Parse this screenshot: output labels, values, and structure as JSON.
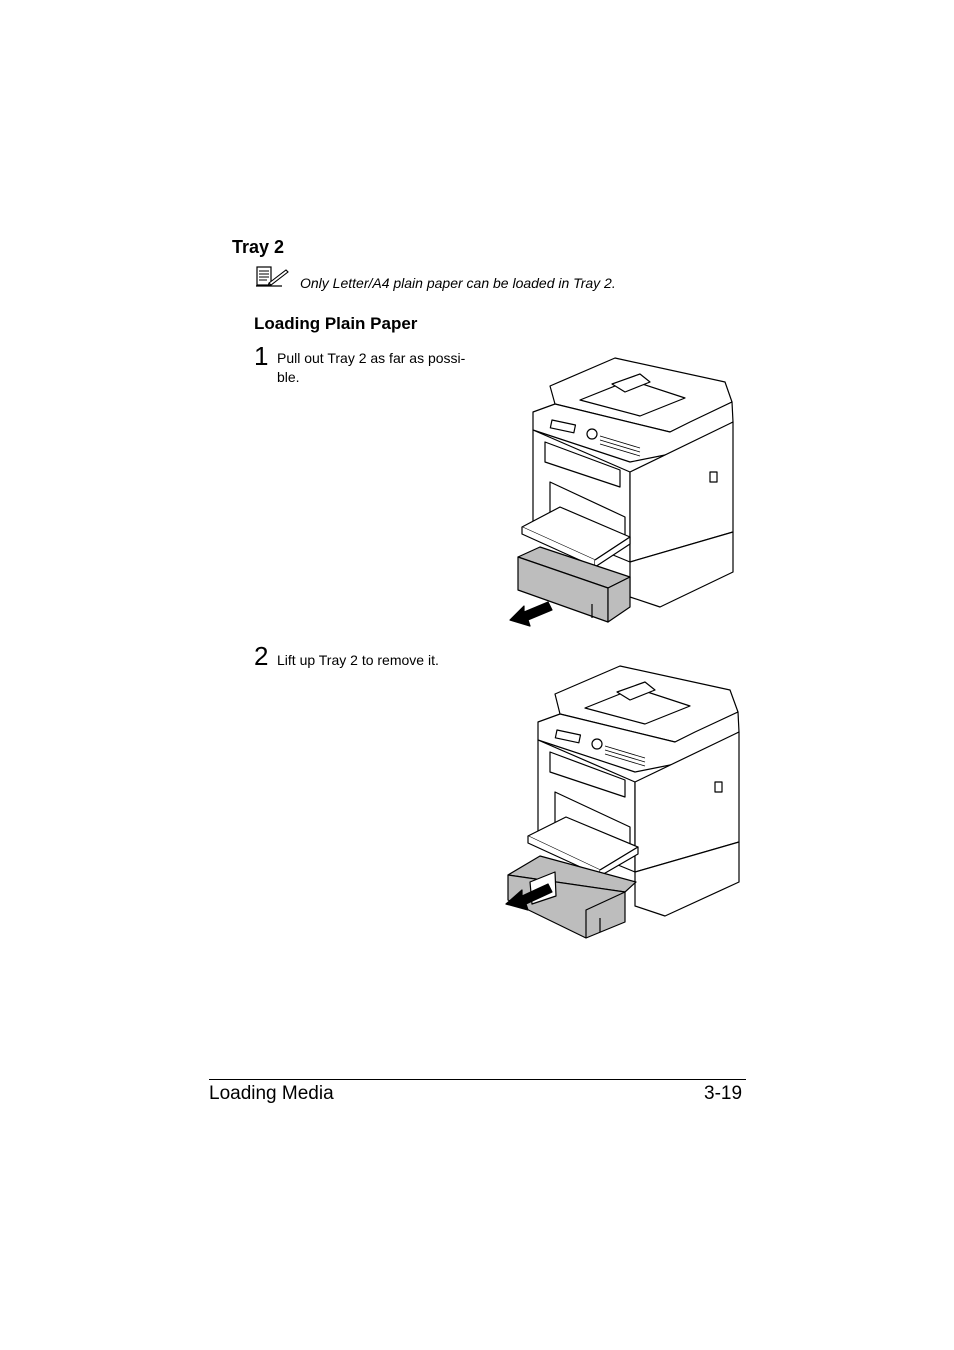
{
  "section": {
    "title": "Tray 2"
  },
  "note": {
    "icon": "note-pencil-icon",
    "text": "Only Letter/A4 plain paper can be loaded in Tray 2."
  },
  "subsection": {
    "title": "Loading Plain Paper"
  },
  "steps": [
    {
      "number": "1",
      "text": "Pull out Tray 2 as far as possi- ble."
    },
    {
      "number": "2",
      "text": "Lift up Tray 2 to remove it."
    }
  ],
  "illustrations": [
    {
      "icon": "printer-tray-pull-out-illustration"
    },
    {
      "icon": "printer-tray-lift-remove-illustration"
    }
  ],
  "footer": {
    "chapter": "Loading Media",
    "page": "3-19"
  },
  "colors": {
    "tray_fill": "#bdbdbd",
    "arrow": "#000000"
  }
}
